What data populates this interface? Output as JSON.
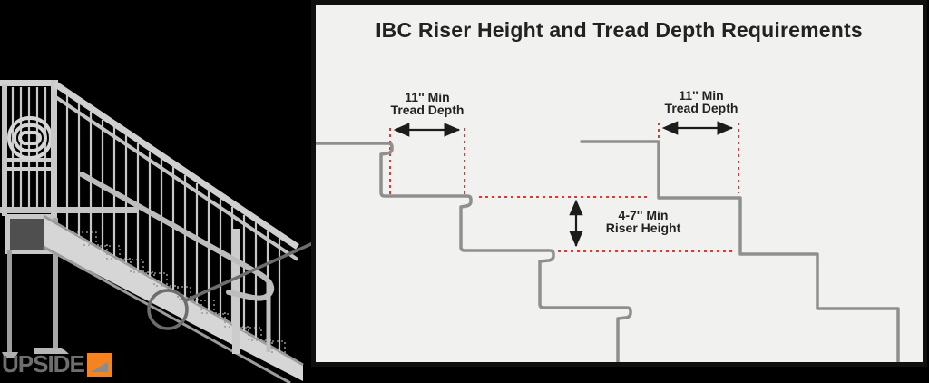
{
  "panel": {
    "title": "IBC Riser Height and Tread Depth Requirements",
    "labels": {
      "tread_left": {
        "line1": "11'' Min",
        "line2": "Tread Depth"
      },
      "tread_right": {
        "line1": "11'' Min",
        "line2": "Tread Depth"
      },
      "riser": {
        "line1": "4-7'' Min",
        "line2": "Riser Height"
      }
    }
  },
  "logo": {
    "text": "UPSIDE"
  },
  "colors": {
    "page_bg": "#000000",
    "panel_bg": "#f1f1ef",
    "panel_border": "#101010",
    "stair_outline": "#8f8f8f",
    "dim_red": "#e8352b",
    "ink": "#1c1c1c",
    "label_text": "#222222",
    "logo_text": "#6e6e6e",
    "logo_orange": "#f5831f",
    "logo_wedge": "#8b8b8b",
    "photo_gray": "#c9c9c9",
    "callout_gray": "#6d6d6d"
  }
}
